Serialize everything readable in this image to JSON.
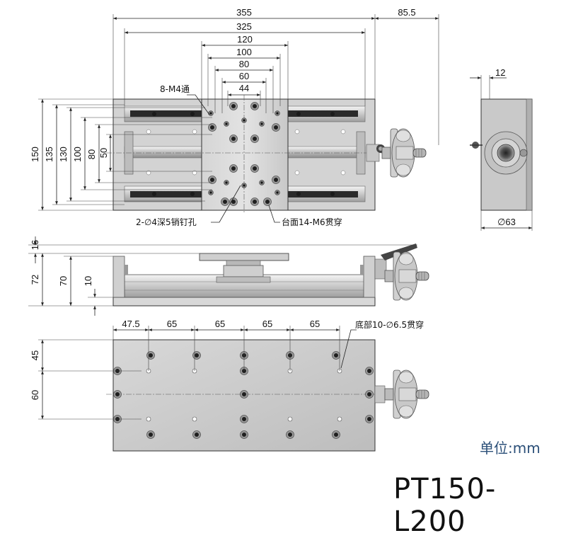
{
  "top_view": {
    "dims_horizontal": [
      "355",
      "85.5",
      "325",
      "120",
      "100",
      "80",
      "60",
      "44"
    ],
    "dims_vertical": [
      "150",
      "135",
      "130",
      "100",
      "80",
      "50"
    ],
    "callouts": {
      "tapped_holes": "8-M4通",
      "dowel_holes": "2-∅4深5销钉孔",
      "table_holes": "台面14-M6贯穿"
    }
  },
  "end_view": {
    "dim_width": "12",
    "dim_diameter": "∅63"
  },
  "side_view": {
    "dims_vertical": [
      "16",
      "72",
      "70",
      "10"
    ]
  },
  "bottom_view": {
    "dims_horizontal": [
      "47.5",
      "65",
      "65",
      "65",
      "65"
    ],
    "dims_vertical": [
      "45",
      "60"
    ],
    "callout": "底部10-∅6.5贯穿"
  },
  "unit_label": "单位:mm",
  "model_label": "PT150-L200"
}
